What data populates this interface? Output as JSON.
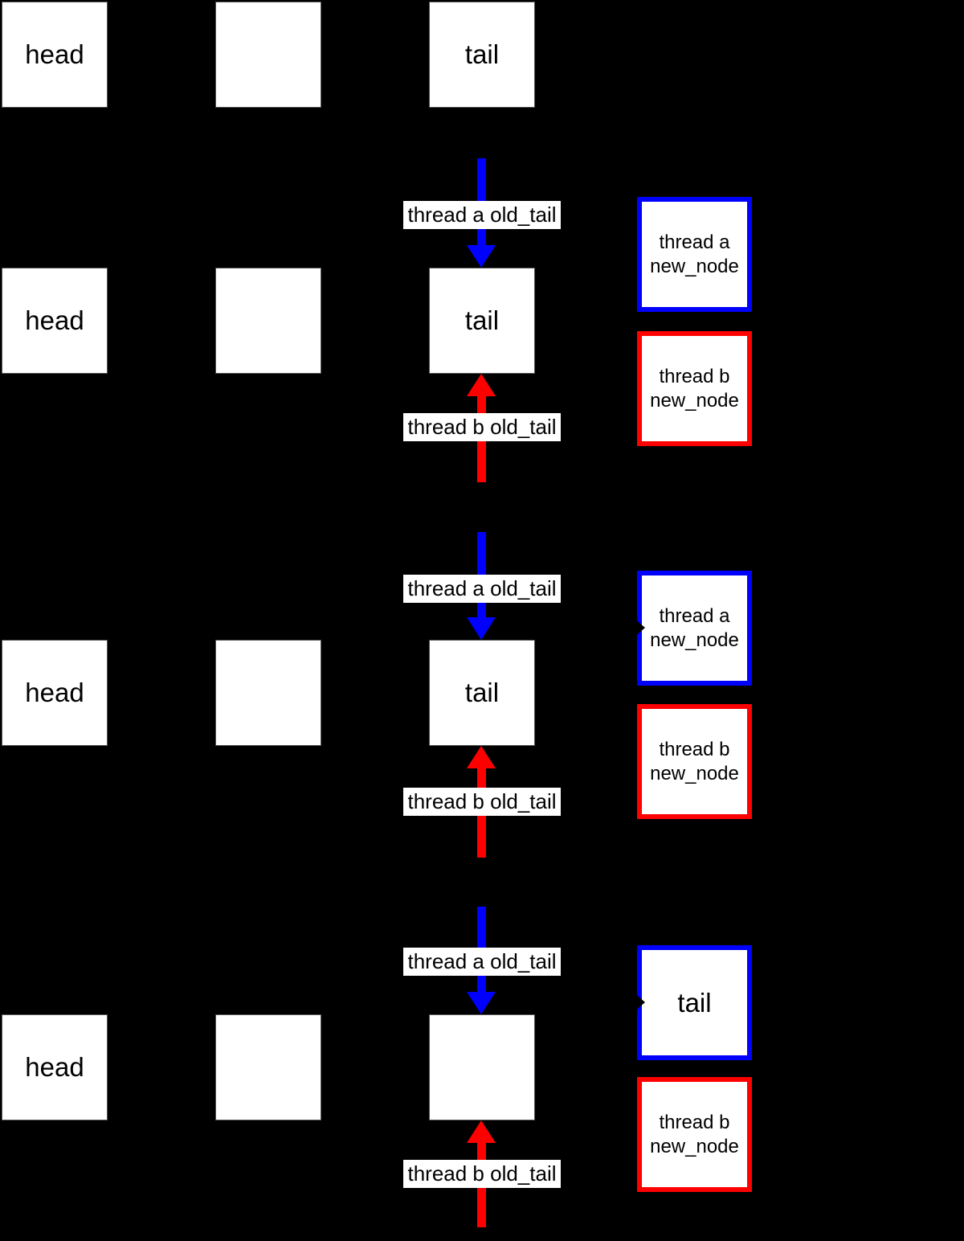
{
  "colors": {
    "thread_a_blue": "#0000ff",
    "thread_b_red": "#ff0000",
    "node_fill": "#ffffff",
    "background": "#000000",
    "text": "#000000"
  },
  "panels": [
    {
      "head_label": "head",
      "middle_label": "",
      "tail_label": "tail"
    },
    {
      "head_label": "head",
      "middle_label": "",
      "tail_label": "tail",
      "thread_a_arrow_label": "thread a old_tail",
      "thread_b_arrow_label": "thread b old_tail",
      "thread_a_node": {
        "line1": "thread a",
        "line2": "new_node"
      },
      "thread_b_node": {
        "line1": "thread b",
        "line2": "new_node"
      }
    },
    {
      "head_label": "head",
      "middle_label": "",
      "tail_label": "tail",
      "thread_a_arrow_label": "thread a old_tail",
      "thread_b_arrow_label": "thread b old_tail",
      "thread_a_node": {
        "line1": "thread a",
        "line2": "new_node"
      },
      "thread_b_node": {
        "line1": "thread b",
        "line2": "new_node"
      }
    },
    {
      "head_label": "head",
      "middle_label": "",
      "tail_label": "",
      "thread_a_arrow_label": "thread a old_tail",
      "thread_b_arrow_label": "thread b old_tail",
      "thread_a_node": {
        "line1": "tail",
        "line2": ""
      },
      "thread_b_node": {
        "line1": "thread b",
        "line2": "new_node"
      }
    }
  ]
}
